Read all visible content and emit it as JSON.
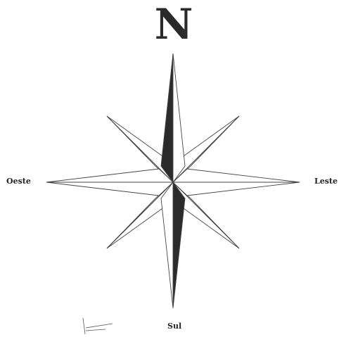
{
  "compass": {
    "north": "N",
    "west": "Oeste",
    "east": "Leste",
    "south": "Sul"
  },
  "colors": {
    "fill_dark": "#2b2b2b",
    "fill_light": "#ffffff",
    "stroke": "#444444",
    "background": "#ffffff"
  }
}
